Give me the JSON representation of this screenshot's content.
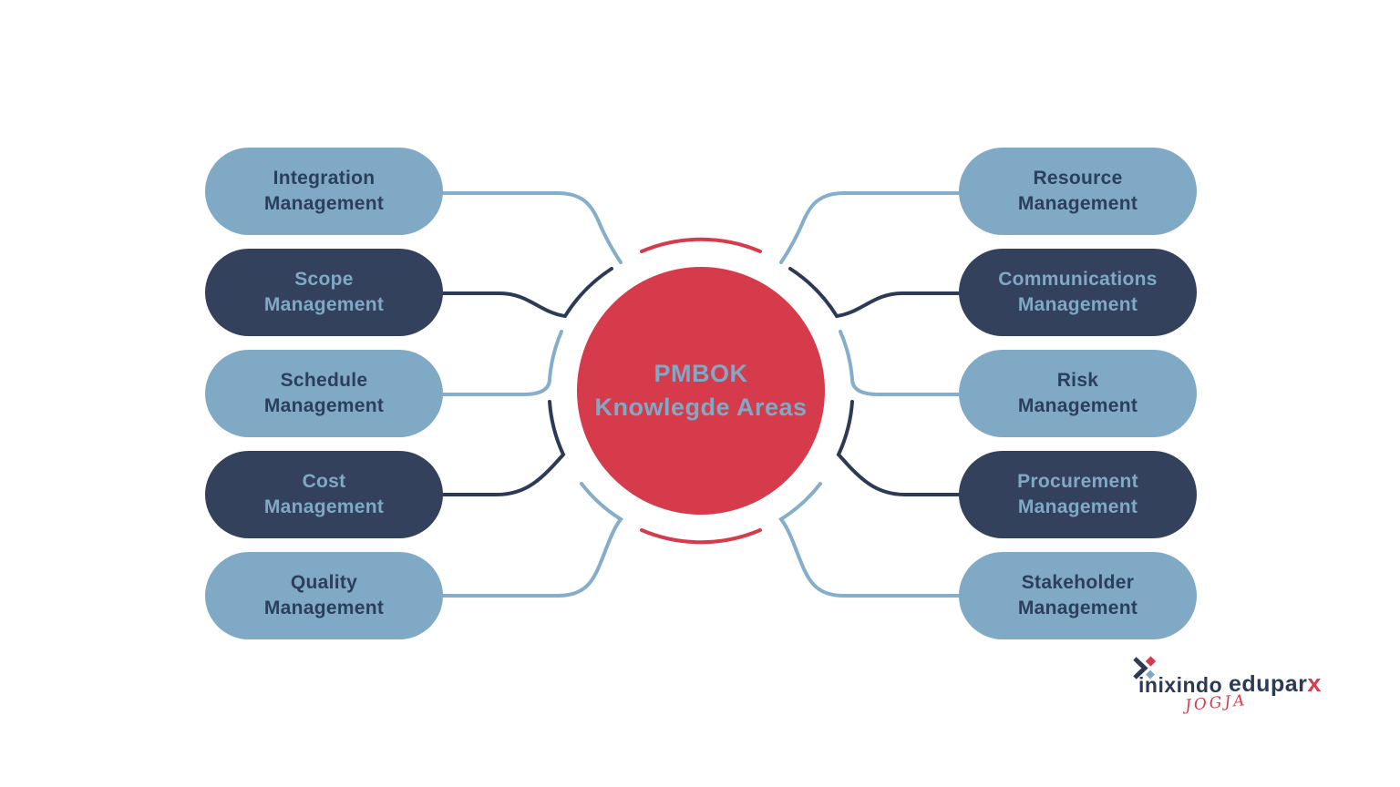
{
  "diagram": {
    "center": {
      "line1": "PMBOK",
      "line2": "Knowlegde Areas"
    },
    "left_nodes": [
      {
        "line1": "Integration",
        "line2": "Management"
      },
      {
        "line1": "Scope",
        "line2": "Management"
      },
      {
        "line1": "Schedule",
        "line2": "Management"
      },
      {
        "line1": "Cost",
        "line2": "Management"
      },
      {
        "line1": "Quality",
        "line2": "Management"
      }
    ],
    "right_nodes": [
      {
        "line1": "Resource",
        "line2": "Management"
      },
      {
        "line1": "Communications",
        "line2": "Management"
      },
      {
        "line1": "Risk",
        "line2": "Management"
      },
      {
        "line1": "Procurement",
        "line2": "Management"
      },
      {
        "line1": "Stakeholder",
        "line2": "Management"
      }
    ]
  },
  "logo": {
    "brand": "inixindo",
    "brand2": "edupar",
    "brand2_accent": "x",
    "region": "JOGJA"
  },
  "colors": {
    "accent_red": "#d53b4b",
    "navy": "#33415c",
    "light_blue": "#7fa9c5",
    "background": "#ffffff"
  }
}
